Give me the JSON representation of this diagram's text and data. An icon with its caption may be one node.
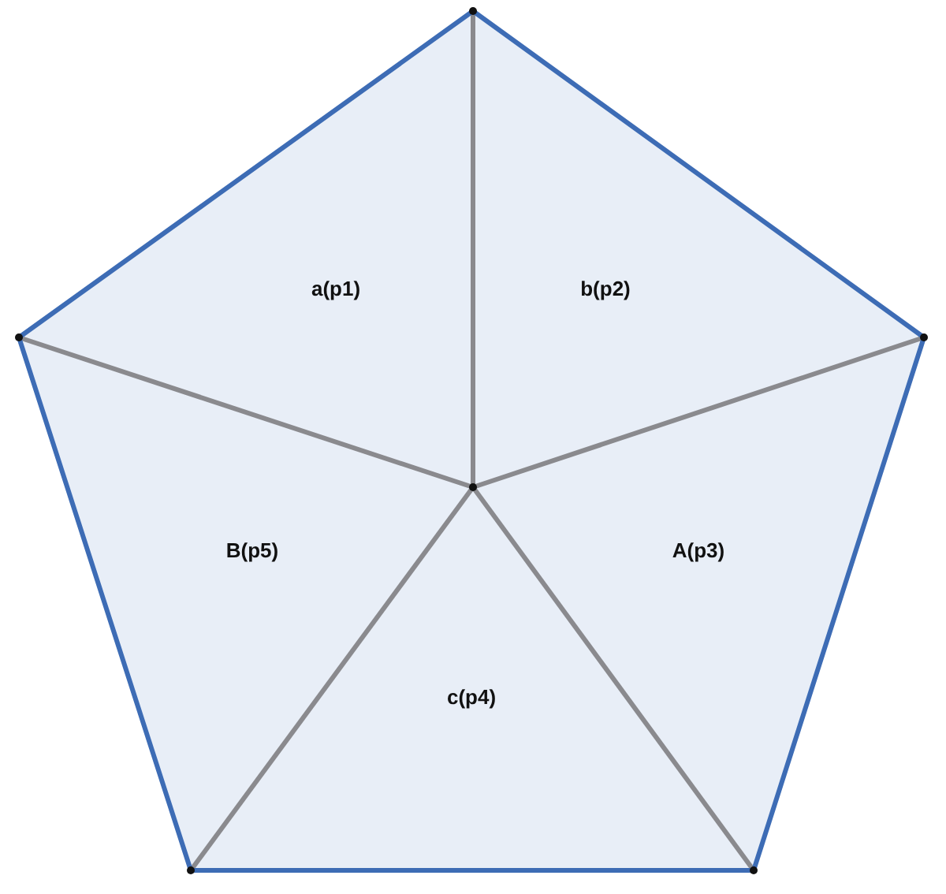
{
  "diagram": {
    "nodes": [
      {
        "text": [
          "a(p1)"
        ]
      },
      {
        "text": [
          "b(p2)"
        ]
      },
      {
        "text": [
          "A(p3)"
        ]
      },
      {
        "text": [
          "c(p4)"
        ]
      },
      {
        "text": [
          "B(p5)"
        ]
      }
    ]
  }
}
